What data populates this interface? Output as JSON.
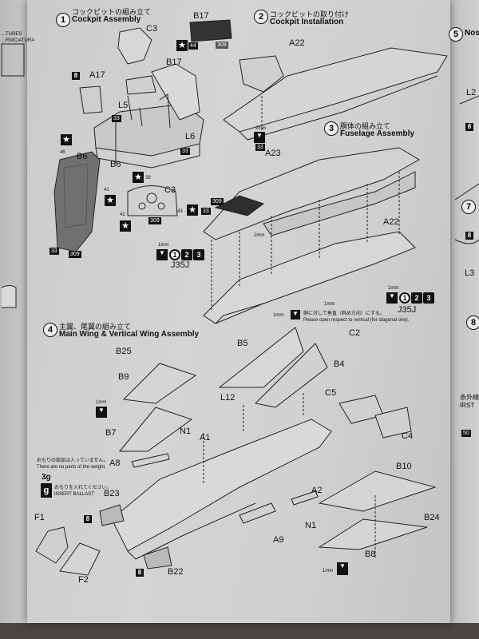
{
  "steps": {
    "s1": {
      "num": "1",
      "jp": "コックピットの組み立て",
      "en": "Cockpit Assembly"
    },
    "s2": {
      "num": "2",
      "jp": "コックピットの取り付け",
      "en": "Cockpit Installation"
    },
    "s3": {
      "num": "3",
      "jp": "胴体の組み立て",
      "en": "Fuselage Assembly"
    },
    "s4": {
      "num": "4",
      "jp": "主翼、尾翼の組み立て",
      "en": "Main Wing & Vertical Wing Assembly"
    },
    "s5": {
      "num": "5",
      "en": "Nos"
    },
    "s7": {
      "num": "7"
    },
    "s8": {
      "num": "8"
    }
  },
  "parts": {
    "c3a": "C3",
    "b17a": "B17",
    "b17b": "B17",
    "a17": "A17",
    "l5": "L5",
    "l6": "L6",
    "b6a": "B6",
    "b6b": "B6",
    "c3b": "C3",
    "a22a": "A22",
    "a23": "A23",
    "a22b": "A22",
    "b25": "B25",
    "b9": "B9",
    "b7": "B7",
    "n1a": "N1",
    "a1": "A1",
    "a8": "A8",
    "b23": "B23",
    "f1": "F1",
    "f2": "F2",
    "b22": "B22",
    "b5": "B5",
    "b4": "B4",
    "c2": "C2",
    "l12": "L12",
    "c5": "C5",
    "c4": "C4",
    "a2": "A2",
    "n1b": "N1",
    "a9": "A9",
    "b10": "B10",
    "b24": "B24",
    "b8": "B8",
    "j35ja": "J35J",
    "j35jb": "J35J",
    "l2": "L2",
    "l3": "L3"
  },
  "colors": {
    "c33a": "33",
    "c33b": "33",
    "c33c": "33",
    "c33d": "33",
    "c33e": "33",
    "c309a": "309",
    "c309b": "309",
    "c309c": "309",
    "c309d": "309",
    "c44": "44",
    "c41": "41",
    "c42": "42",
    "c43": "43",
    "c39": "39",
    "c46": "46",
    "c8a": "8",
    "c8b": "8",
    "c8c": "8",
    "c8d": "8",
    "c8e": "8",
    "c50": "50"
  },
  "notes": {
    "mm2": "2mm",
    "mm2b": "2mm",
    "mm1a": "1mm",
    "mm1b": "1mm",
    "mm1c": "1mm",
    "mm1d": "1mm",
    "mm1e": "1mm",
    "mm1f": "1mm",
    "vertical_jp": "胴に対して垂直（斜め方向）にする。",
    "vertical_en": "Please open respect to vertical (for diagonal one).",
    "ballast_jp": "おもりの部品は入っていません。",
    "ballast_en": "There are no parts of the weight.",
    "weight": "3g",
    "weight_jp": "おもりを入れてください。",
    "weight_en": "INSERT BALLAST",
    "irst_jp": "赤外線",
    "irst": "IRST",
    "seq_a": [
      "1",
      "2",
      "3"
    ],
    "seq_b": [
      "1",
      "2",
      "3"
    ],
    "left_frag": [
      "...TURES",
      "...RNICIATURA"
    ]
  }
}
